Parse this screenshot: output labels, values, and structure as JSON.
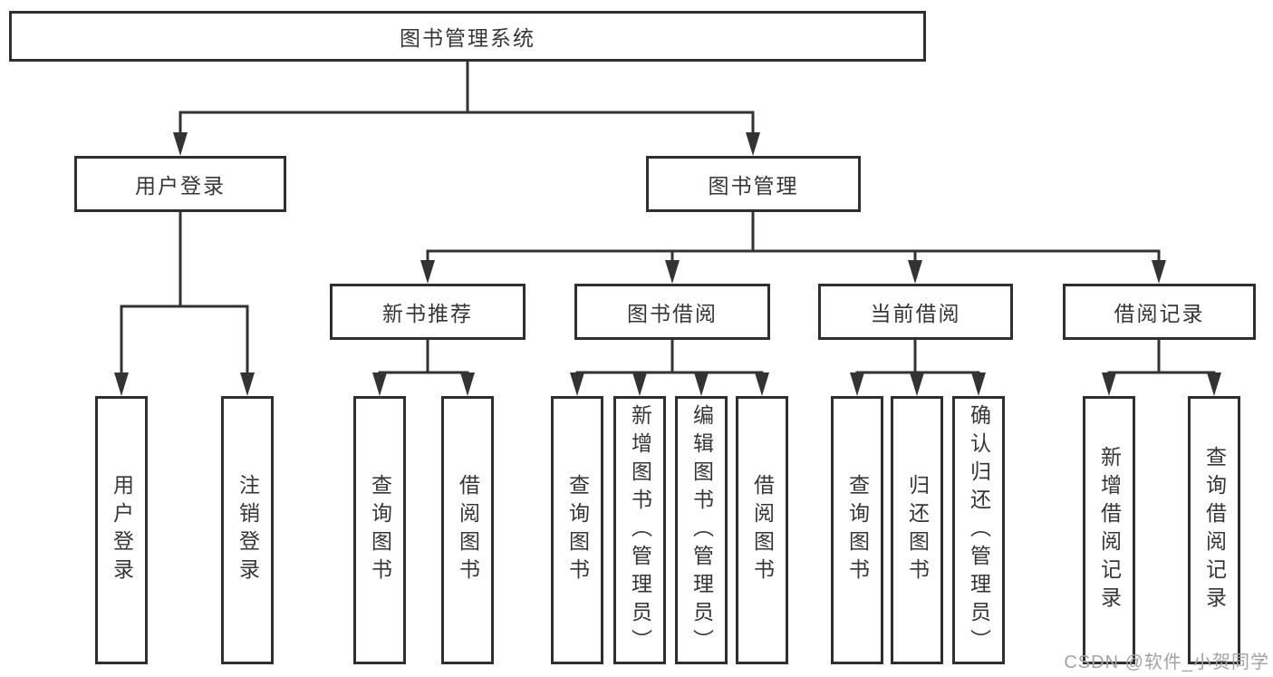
{
  "diagram_title": "图书管理系统",
  "tree": {
    "root": {
      "label": "图书管理系统"
    },
    "children": [
      {
        "label": "用户登录",
        "children": [
          {
            "label": "用户登录"
          },
          {
            "label": "注销登录"
          }
        ]
      },
      {
        "label": "图书管理",
        "children": [
          {
            "label": "新书推荐",
            "children": [
              {
                "label": "查询图书"
              },
              {
                "label": "借阅图书"
              }
            ]
          },
          {
            "label": "图书借阅",
            "children": [
              {
                "label": "查询图书"
              },
              {
                "label": "新增图书（管理员）"
              },
              {
                "label": "编辑图书（管理员）"
              },
              {
                "label": "借阅图书"
              }
            ]
          },
          {
            "label": "当前借阅",
            "children": [
              {
                "label": "查询图书"
              },
              {
                "label": "归还图书"
              },
              {
                "label": "确认归还（管理员）"
              }
            ]
          },
          {
            "label": "借阅记录",
            "children": [
              {
                "label": "新增借阅记录"
              },
              {
                "label": "查询借阅记录"
              }
            ]
          }
        ]
      }
    ]
  },
  "watermark": "CSDN @软件_小贺同学",
  "colors": {
    "background": "#ffffff",
    "box_border": "#2f2f2f",
    "connector_line": "#333333",
    "text": "#363636",
    "watermark": "#a3a3a3"
  }
}
